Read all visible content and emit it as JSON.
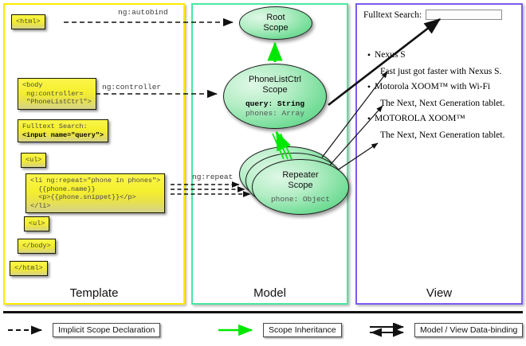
{
  "diagram": {
    "title": "AngularJS Template / Model / View scope diagram",
    "columns": [
      {
        "key": "template",
        "label": "Template",
        "border_color": "#ffeb00"
      },
      {
        "key": "model",
        "label": "Model",
        "border_color": "#49e8a0"
      },
      {
        "key": "view",
        "label": "View",
        "border_color": "#7b5cf0"
      }
    ]
  },
  "template": {
    "boxes": [
      {
        "name": "html-open",
        "text": "<html>"
      },
      {
        "name": "body-open",
        "text": "<body\n ng:controller=\n \"PhoneListCtrl\">"
      },
      {
        "name": "search",
        "label": "Fulltext Search:",
        "code": "<input name=\"query\">"
      },
      {
        "name": "ul-open",
        "text": "<ul>"
      },
      {
        "name": "li-repeat",
        "text": "<li ng:repeat=\"phone in phones\">\n  {{phone.name}}\n  <p>{{phone.snippet}}</p>\n</li>"
      },
      {
        "name": "ul-close",
        "text": "<ul>"
      },
      {
        "name": "body-close",
        "text": "</body>"
      },
      {
        "name": "html-close",
        "text": "</html>"
      }
    ]
  },
  "model": {
    "scopes": [
      {
        "name": "root-scope",
        "title": "Root\nScope",
        "properties": []
      },
      {
        "name": "phonelistctrl-scope",
        "title": "PhoneListCtrl\nScope",
        "properties": [
          {
            "text": "query: String",
            "highlight": true
          },
          {
            "text": "phones: Array",
            "highlight": false
          }
        ]
      },
      {
        "name": "repeater-scope",
        "title": "Repeater\nScope",
        "properties": [
          {
            "text": "phone: Object",
            "highlight": false
          }
        ]
      }
    ]
  },
  "view": {
    "search_label": "Fulltext Search:",
    "search_value": "",
    "search_placeholder": "",
    "items": [
      {
        "name": "Nexus S",
        "snippet": "Fast just got faster with Nexus S."
      },
      {
        "name": "Motorola XOOM™  with Wi-Fi",
        "snippet": "The Next, Next Generation tablet."
      },
      {
        "name": "MOTOROLA XOOM™",
        "snippet": "The Next, Next Generation tablet."
      }
    ],
    "bullet": "•"
  },
  "connectors": {
    "autobind": "ng:autobind",
    "controller": "ng:controller",
    "repeat": "ng:repeat"
  },
  "legend": [
    {
      "name": "implicit-scope-declaration",
      "label": "Implicit Scope Declaration",
      "style": "dashed-arrow",
      "color": "#111111"
    },
    {
      "name": "scope-inheritance",
      "label": "Scope Inheritance",
      "style": "green-arrow",
      "color": "#00e800"
    },
    {
      "name": "model-view-data-binding",
      "label": "Model / View Data-binding",
      "style": "double-arrow",
      "color": "#111111"
    }
  ],
  "colors": {
    "template_border": "#ffeb00",
    "model_border": "#49e8a0",
    "view_border": "#7b5cf0",
    "code_box_fill": "#f5ef2e",
    "scope_fill": "#74dd98",
    "inheritance_green": "#00e800"
  }
}
